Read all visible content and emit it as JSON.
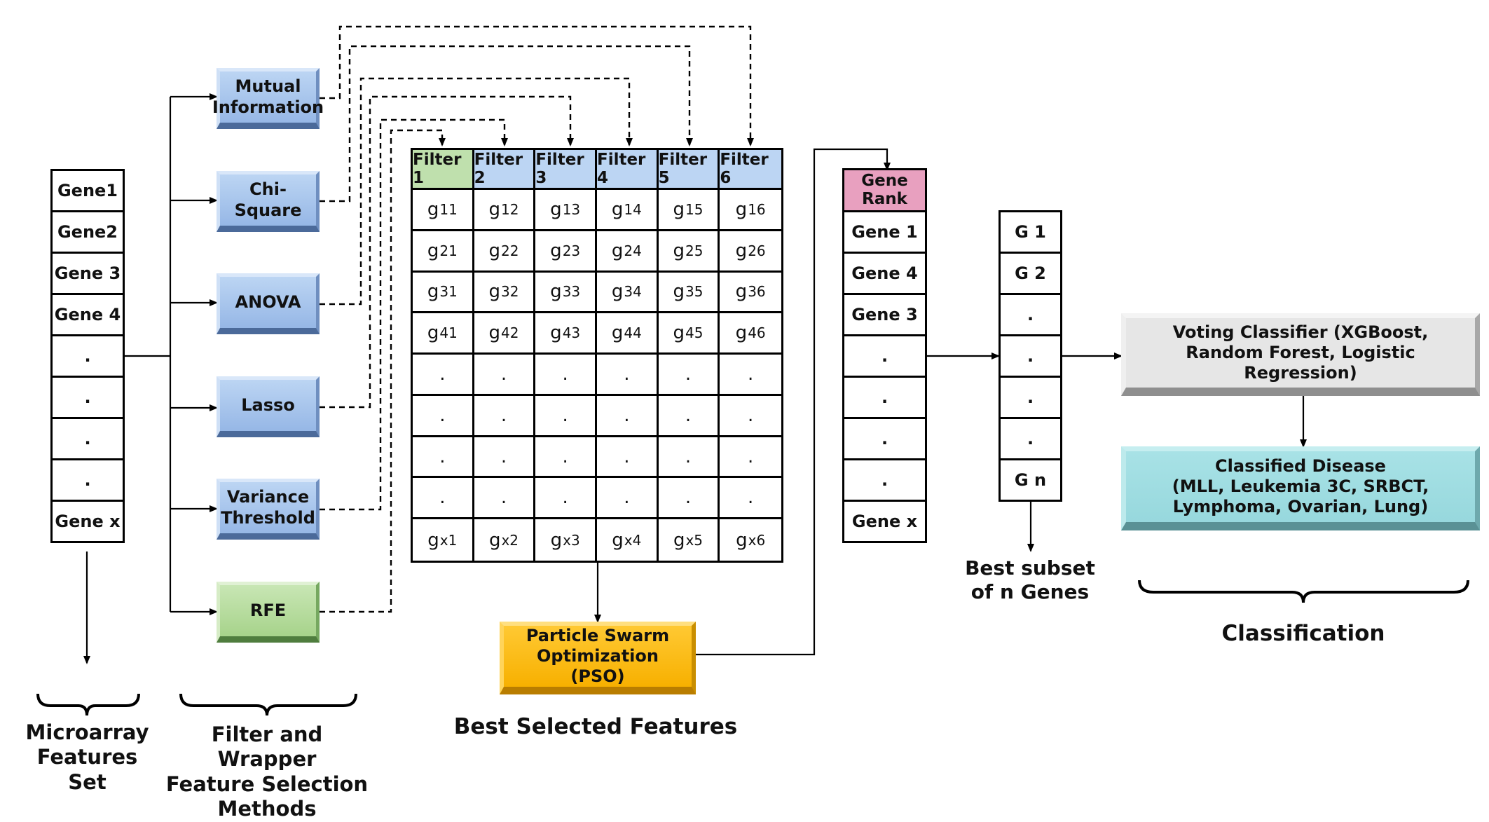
{
  "microarray": {
    "genes": [
      "Gene1",
      "Gene2",
      "Gene 3",
      "Gene 4",
      ".",
      ".",
      ".",
      ".",
      "Gene x"
    ],
    "caption": [
      "Microarray",
      "Features Set"
    ]
  },
  "methods": {
    "items": [
      {
        "label": "Mutual Information",
        "color": "#a9c6ee"
      },
      {
        "label": "Chi-Square",
        "color": "#a9c6ee"
      },
      {
        "label": "ANOVA",
        "color": "#a9c6ee"
      },
      {
        "label": "Lasso",
        "color": "#a9c6ee"
      },
      {
        "label": "Variance Threshold",
        "color": "#a9c6ee"
      },
      {
        "label": "RFE",
        "color": "#b4db9b"
      }
    ],
    "caption": [
      "Filter and Wrapper",
      "Feature Selection",
      "Methods"
    ]
  },
  "matrix": {
    "headers": [
      "Filter 1",
      "Filter 2",
      "Filter 3",
      "Filter 4",
      "Filter 5",
      "Filter 6"
    ],
    "rows": [
      [
        {
          "b": "g",
          "s": "11"
        },
        {
          "b": "g",
          "s": "12"
        },
        {
          "b": "g",
          "s": "13"
        },
        {
          "b": "g",
          "s": "14"
        },
        {
          "b": "g",
          "s": "15"
        },
        {
          "b": "g",
          "s": "16"
        }
      ],
      [
        {
          "b": "g",
          "s": "21"
        },
        {
          "b": "g",
          "s": "22"
        },
        {
          "b": "g",
          "s": "23"
        },
        {
          "b": "g",
          "s": "24"
        },
        {
          "b": "g",
          "s": "25"
        },
        {
          "b": "g",
          "s": "26"
        }
      ],
      [
        {
          "b": "g",
          "s": "31"
        },
        {
          "b": "g",
          "s": "32"
        },
        {
          "b": "g",
          "s": "33"
        },
        {
          "b": "g",
          "s": "34"
        },
        {
          "b": "g",
          "s": "35"
        },
        {
          "b": "g",
          "s": "36"
        }
      ],
      [
        {
          "b": "g",
          "s": "41"
        },
        {
          "b": "g",
          "s": "42"
        },
        {
          "b": "g",
          "s": "43"
        },
        {
          "b": "g",
          "s": "44"
        },
        {
          "b": "g",
          "s": "45"
        },
        {
          "b": "g",
          "s": "46"
        }
      ],
      [
        {
          "b": ".",
          "s": ""
        },
        {
          "b": ".",
          "s": ""
        },
        {
          "b": ".",
          "s": ""
        },
        {
          "b": ".",
          "s": ""
        },
        {
          "b": ".",
          "s": ""
        },
        {
          "b": ".",
          "s": ""
        }
      ],
      [
        {
          "b": ".",
          "s": ""
        },
        {
          "b": ".",
          "s": ""
        },
        {
          "b": ".",
          "s": ""
        },
        {
          "b": ".",
          "s": ""
        },
        {
          "b": ".",
          "s": ""
        },
        {
          "b": ".",
          "s": ""
        }
      ],
      [
        {
          "b": ".",
          "s": ""
        },
        {
          "b": ".",
          "s": ""
        },
        {
          "b": ".",
          "s": ""
        },
        {
          "b": ".",
          "s": ""
        },
        {
          "b": ".",
          "s": ""
        },
        {
          "b": ".",
          "s": ""
        }
      ],
      [
        {
          "b": ".",
          "s": ""
        },
        {
          "b": ".",
          "s": ""
        },
        {
          "b": ".",
          "s": ""
        },
        {
          "b": ".",
          "s": ""
        },
        {
          "b": ".",
          "s": ""
        },
        {
          "b": ".",
          "s": ""
        }
      ],
      [
        {
          "b": "g",
          "s": "x1"
        },
        {
          "b": "g",
          "s": "x2"
        },
        {
          "b": "g",
          "s": "x3"
        },
        {
          "b": "g",
          "s": "x4"
        },
        {
          "b": "g",
          "s": "x5"
        },
        {
          "b": "g",
          "s": "x6"
        }
      ]
    ]
  },
  "pso": {
    "label": "Particle Swarm Optimization (PSO)",
    "caption": "Best Selected Features"
  },
  "rank": {
    "header": "Gene Rank",
    "genes": [
      "Gene 1",
      "Gene 4",
      "Gene 3",
      ".",
      ".",
      ".",
      ".",
      "Gene x"
    ]
  },
  "subset": {
    "genes": [
      "G 1",
      "G 2",
      ".",
      ".",
      ".",
      ".",
      "G n"
    ],
    "caption": [
      "Best subset",
      "of n Genes"
    ]
  },
  "classification": {
    "voting": "Voting Classifier (XGBoost, Random Forest, Logistic Regression)",
    "disease_title": "Classified Disease",
    "disease_list": "(MLL, Leukemia 3C, SRBCT, Lymphoma, Ovarian, Lung)",
    "caption": "Classification"
  },
  "colors": {
    "filter1_header": "#bfe0ad",
    "filter_header": "#bcd5f3",
    "gene_rank_header": "#e8a0bf",
    "pso": "#f7b000",
    "voting": "#e6e6e6",
    "disease": "#a8e2e6"
  }
}
